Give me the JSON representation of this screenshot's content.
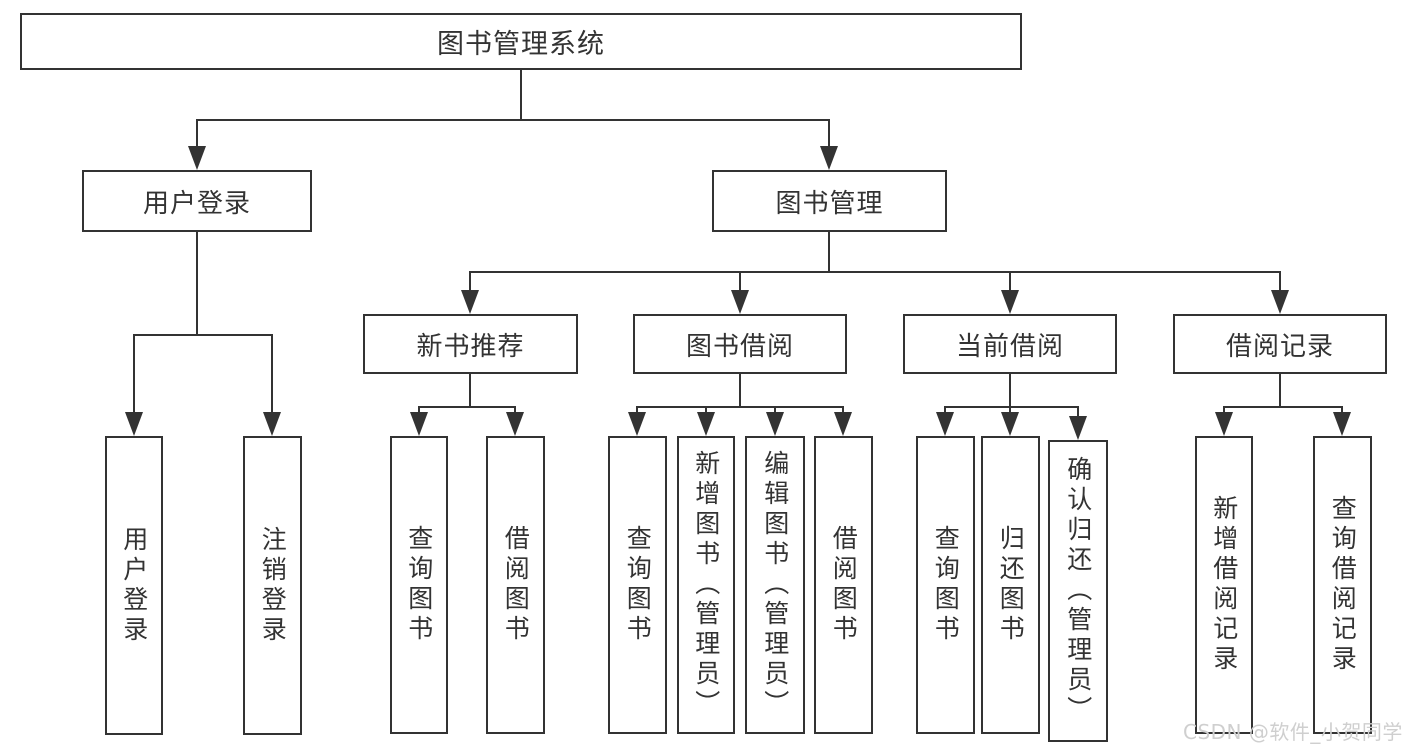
{
  "colors": {
    "line": "#333333",
    "text": "#333333",
    "background": "#ffffff",
    "watermark": "#cfcfcf"
  },
  "watermark": {
    "text": "CSDN @软件_小贺同学"
  },
  "tree": {
    "root": {
      "label": "图书管理系统"
    },
    "branches": [
      {
        "label": "用户登录",
        "leaves": [
          {
            "label": "用户登录"
          },
          {
            "label": "注销登录"
          }
        ]
      },
      {
        "label": "图书管理",
        "groups": [
          {
            "label": "新书推荐",
            "leaves": [
              {
                "label": "查询图书"
              },
              {
                "label": "借阅图书"
              }
            ]
          },
          {
            "label": "图书借阅",
            "leaves": [
              {
                "label": "查询图书"
              },
              {
                "label": "新增图书（管理员）"
              },
              {
                "label": "编辑图书（管理员）"
              },
              {
                "label": "借阅图书"
              }
            ]
          },
          {
            "label": "当前借阅",
            "leaves": [
              {
                "label": "查询图书"
              },
              {
                "label": "归还图书"
              },
              {
                "label": "确认归还（管理员）"
              }
            ]
          },
          {
            "label": "借阅记录",
            "leaves": [
              {
                "label": "新增借阅记录"
              },
              {
                "label": "查询借阅记录"
              }
            ]
          }
        ]
      }
    ]
  }
}
